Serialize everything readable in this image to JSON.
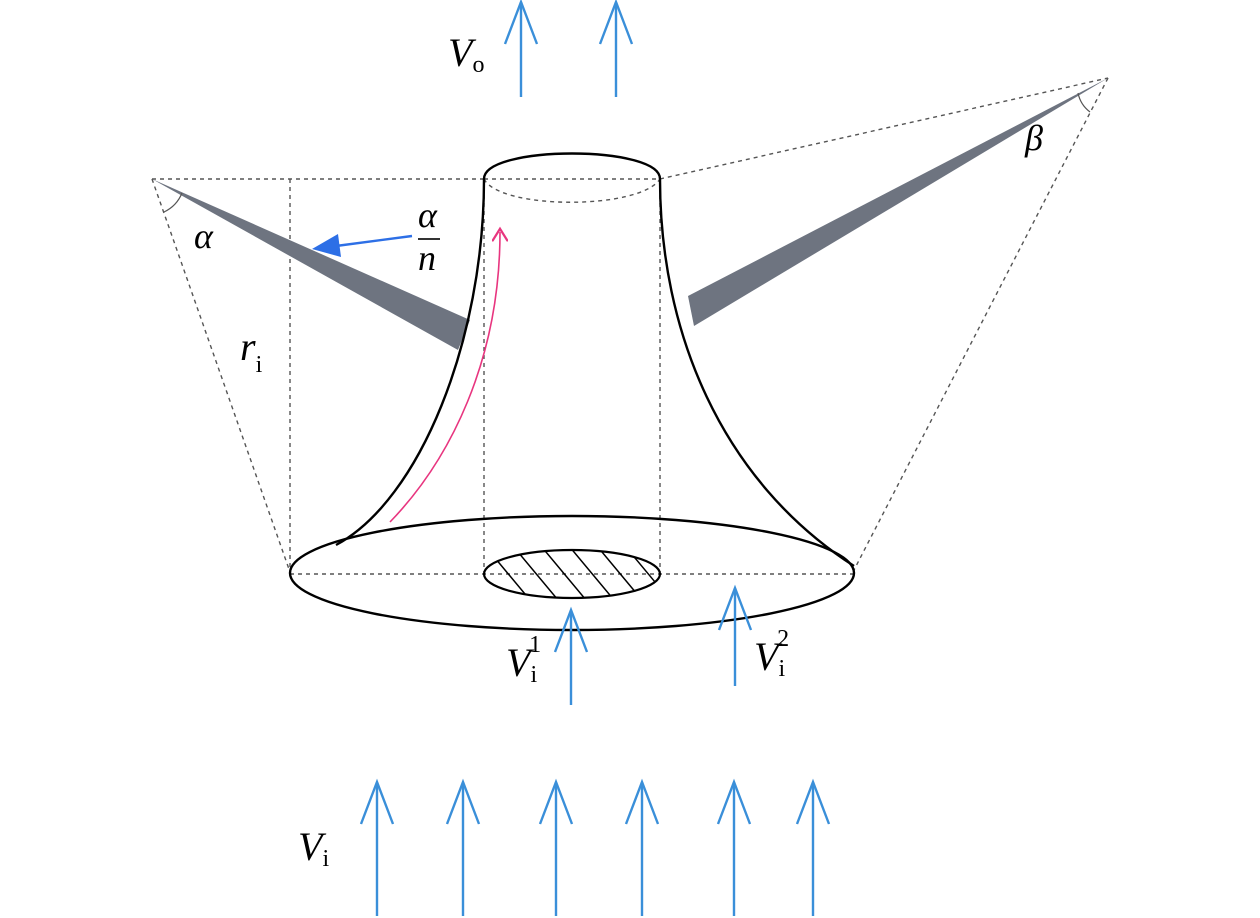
{
  "labels": {
    "outlet_velocity": {
      "main": "V",
      "sub": "o"
    },
    "inlet_velocity": {
      "main": "V",
      "sub": "i"
    },
    "inlet_velocity_1": {
      "main": "V",
      "sub": "i",
      "sup": "1"
    },
    "inlet_velocity_2": {
      "main": "V",
      "sub": "i",
      "sup": "2"
    },
    "radius": {
      "main": "r",
      "sub": "i"
    },
    "angle_alpha": "α",
    "angle_beta": "β",
    "fraction": {
      "numerator": "α",
      "denominator": "n"
    }
  },
  "colors": {
    "flow_arrow": "#3a8fd9",
    "pointer_arrow": "#2d6fe6",
    "streamline": "#e8357f",
    "blade": "#6e7480",
    "outline": "#000000",
    "construction": "#555555"
  },
  "icons": {
    "flow": "up-arrow-icon",
    "pointer": "left-arrow-icon"
  }
}
